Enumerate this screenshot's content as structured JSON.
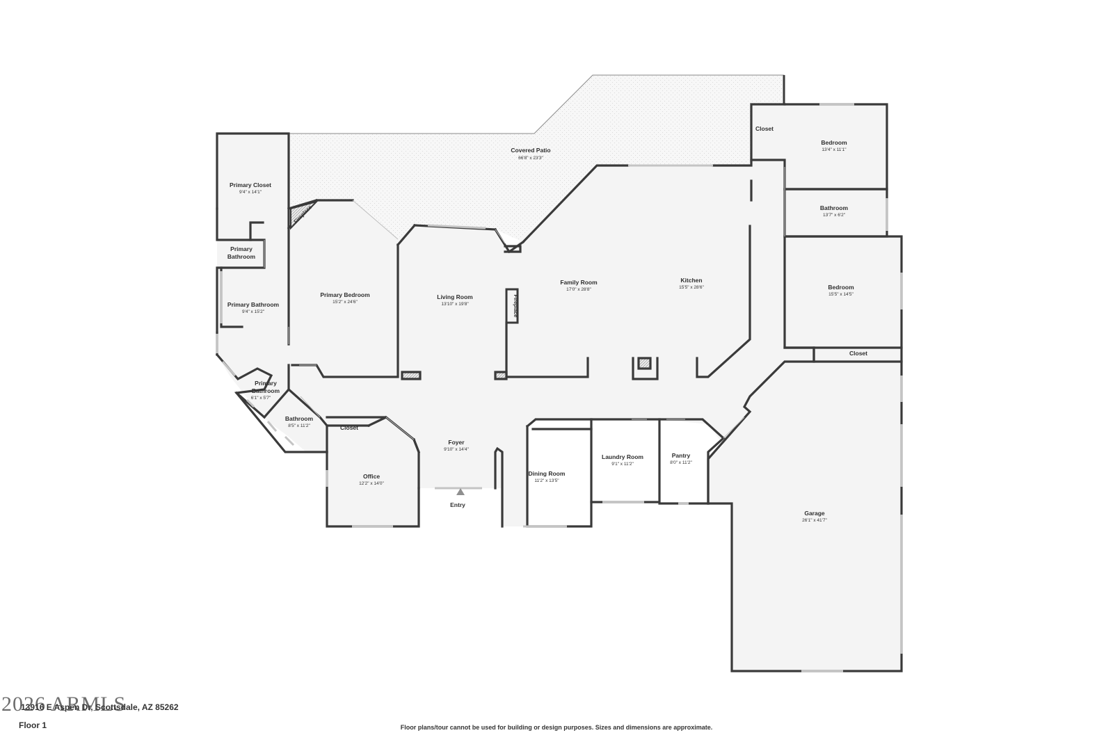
{
  "colors": {
    "wall": "#3a3a3a",
    "floor": "#f4f4f4",
    "window": "#bdbdbd",
    "patio_pattern": "#d6d6d6"
  },
  "rooms": {
    "covered_patio": {
      "name": "Covered Patio",
      "dim": "66'8\" x 23'3\""
    },
    "closet_top": {
      "name": "Closet"
    },
    "bedroom_ne": {
      "name": "Bedroom",
      "dim": "13'4\" x 11'1\""
    },
    "bathroom_e": {
      "name": "Bathroom",
      "dim": "13'7\" x 6'2\""
    },
    "bedroom_e": {
      "name": "Bedroom",
      "dim": "15'5\" x 14'5\""
    },
    "closet_e": {
      "name": "Closet"
    },
    "primary_closet": {
      "name": "Primary Closet",
      "dim": "9'4\" x 14'1\""
    },
    "primary_bathroom_small": {
      "name_line1": "Primary",
      "name_line2": "Bathroom"
    },
    "primary_bathroom": {
      "name": "Primary Bathroom",
      "dim": "9'4\" x 15'2\""
    },
    "primary_bathroom_lower": {
      "name_line1": "Primary",
      "name_line2": "Bathroom",
      "dim": "6'1\" x 5'7\""
    },
    "primary_bedroom": {
      "name": "Primary Bedroom",
      "dim": "15'2\" x 24'6\""
    },
    "living_room": {
      "name": "Living Room",
      "dim": "13'10\" x 19'8\""
    },
    "family_room": {
      "name": "Family Room",
      "dim": "17'0\" x 28'8\""
    },
    "kitchen": {
      "name": "Kitchen",
      "dim": "15'5\" x 28'6\""
    },
    "bathroom_w": {
      "name": "Bathroom",
      "dim": "8'5\" x 11'2\""
    },
    "closet_w": {
      "name": "Closet"
    },
    "office": {
      "name": "Office",
      "dim": "12'2\" x 14'0\""
    },
    "foyer": {
      "name": "Foyer",
      "dim": "9'10\" x 14'4\""
    },
    "dining_room": {
      "name": "Dining Room",
      "dim": "11'2\" x 13'5\""
    },
    "laundry_room": {
      "name": "Laundry Room",
      "dim": "9'1\" x 11'2\""
    },
    "pantry": {
      "name": "Pantry",
      "dim": "8'0\" x 11'2\""
    },
    "garage": {
      "name": "Garage",
      "dim": "26'1\" x 41'7\""
    }
  },
  "fireplaces": [
    "Fireplace",
    "Fireplace"
  ],
  "entry": "Entry",
  "footer": {
    "address": "13916 E Aspen Dr, Scottsdale, AZ 85262",
    "floor": "Floor 1",
    "disclaimer": "Floor plans/tour cannot be used for building or design purposes. Sizes and dimensions are approximate."
  },
  "watermark": "2026 ARMLS"
}
